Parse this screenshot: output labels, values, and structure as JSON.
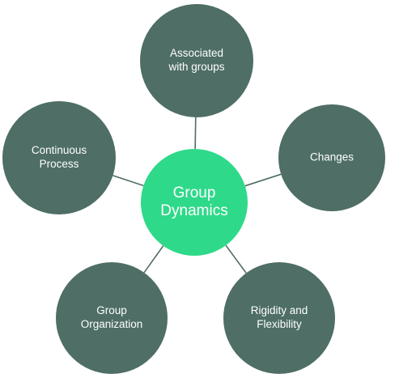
{
  "colors": {
    "outer_fill": "#4e6e66",
    "center_fill": "#2fd98a",
    "connector": "#4e6e66",
    "label_text": "#ffffff"
  },
  "center": {
    "lines": [
      "Group",
      "Dynamics"
    ]
  },
  "nodes": [
    {
      "id": "associated-with-groups",
      "lines": [
        "Associated",
        "with groups"
      ]
    },
    {
      "id": "changes",
      "lines": [
        "Changes"
      ]
    },
    {
      "id": "rigidity-and-flexibility",
      "lines": [
        "Rigidity and",
        "Flexibility"
      ]
    },
    {
      "id": "group-organization",
      "lines": [
        "Group",
        "Organization"
      ]
    },
    {
      "id": "continuous-process",
      "lines": [
        "Continuous",
        "Process"
      ]
    }
  ]
}
